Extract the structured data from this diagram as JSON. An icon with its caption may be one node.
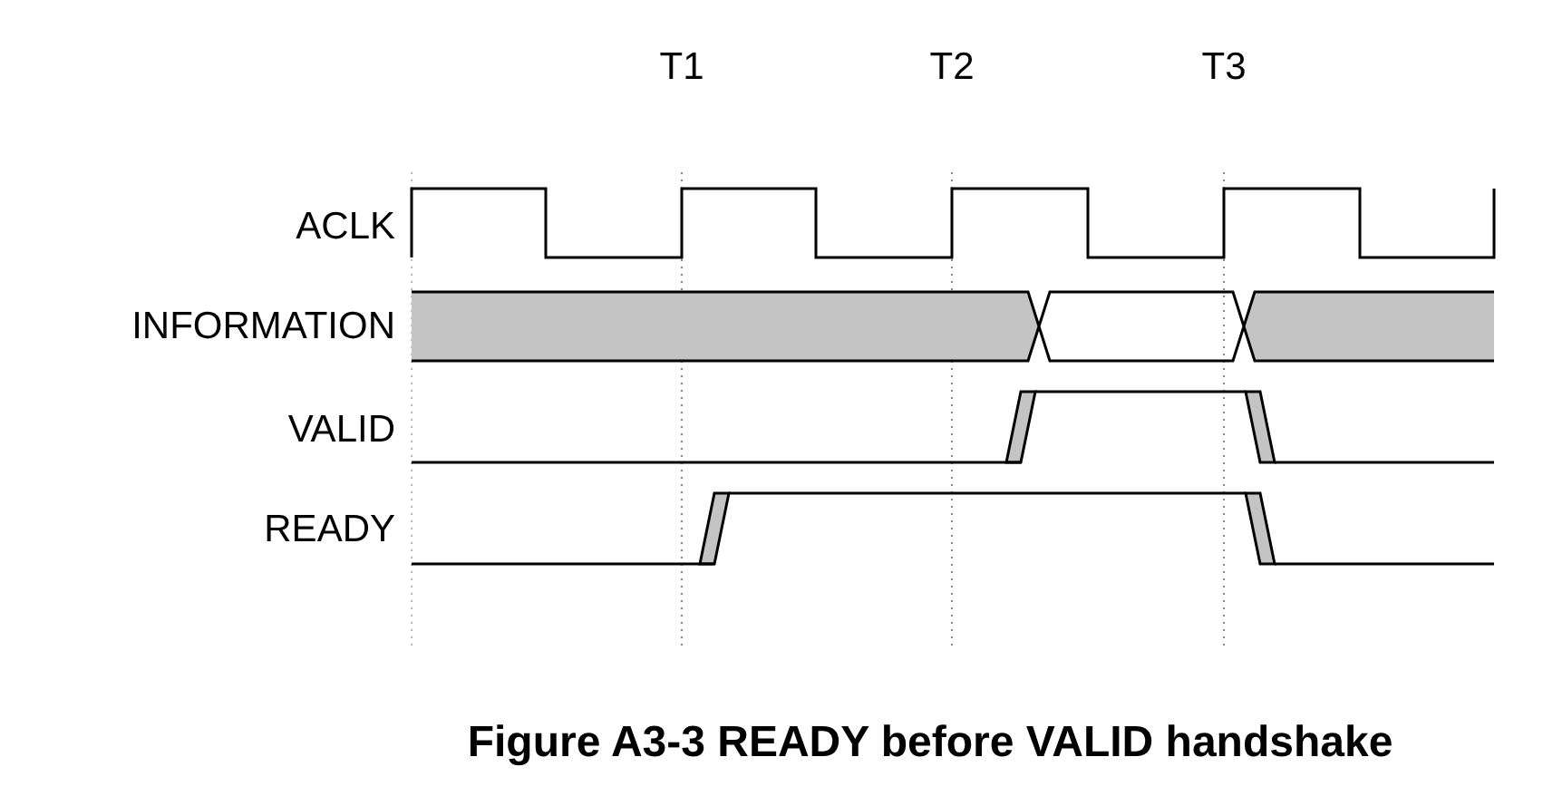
{
  "diagram": {
    "caption": "Figure A3-3 READY before VALID handshake",
    "labels": [
      "T1",
      "T2",
      "T3",
      "ACLK",
      "INFORMATION",
      "VALID",
      "READY"
    ]
  }
}
